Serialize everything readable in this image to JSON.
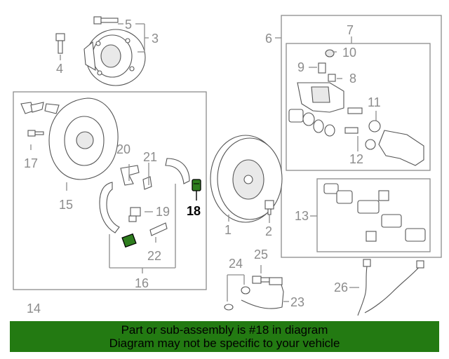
{
  "callouts": {
    "c1": "1",
    "c2": "2",
    "c3": "3",
    "c4": "4",
    "c5": "5",
    "c6": "6",
    "c7": "7",
    "c8": "8",
    "c9": "9",
    "c10": "10",
    "c11": "11",
    "c12": "12",
    "c13": "13",
    "c14": "14",
    "c15": "15",
    "c16": "16",
    "c17": "17",
    "c18": "18",
    "c19": "19",
    "c20": "20",
    "c21": "21",
    "c22": "22",
    "c23": "23",
    "c24": "24",
    "c25": "25",
    "c26": "26"
  },
  "highlighted_part": "18",
  "colors": {
    "banner_bg": "#237a12",
    "highlight": "#2e7d1e",
    "line": "#8c8c8c"
  },
  "banner": {
    "line1": "Part or sub-assembly is #18 in diagram",
    "line2": "Diagram may not be specific to your vehicle"
  }
}
